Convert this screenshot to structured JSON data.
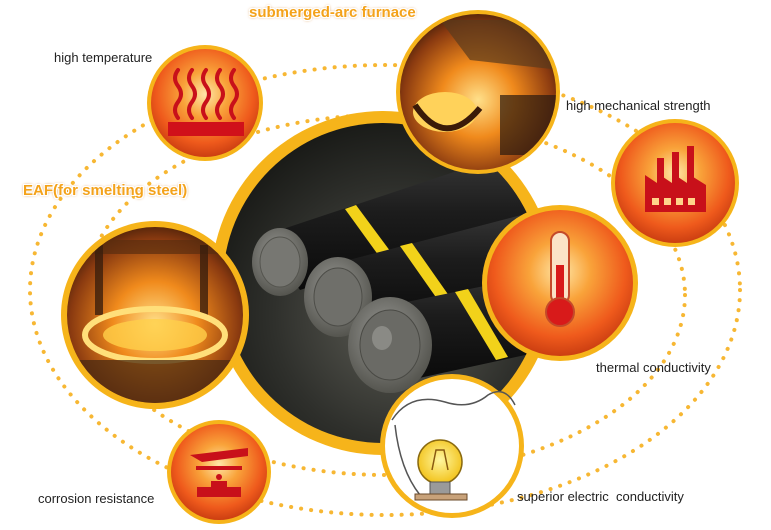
{
  "headings": {
    "top": "submerged-arc furnace",
    "left": "EAF(for smelting steel)"
  },
  "features": {
    "high_temperature": "high temperature",
    "high_mechanical_strength": "high mechanical strength",
    "thermal_conductivity": "thermal conductivity",
    "superior_electric_conductivity": "superior electric  conductivity",
    "corrosion_resistance": "corrosion resistance"
  },
  "colors": {
    "accent": "#f4a21a",
    "orange_red": "#e8541a",
    "ring": "#f6b41a",
    "dots": "#f7b733"
  }
}
